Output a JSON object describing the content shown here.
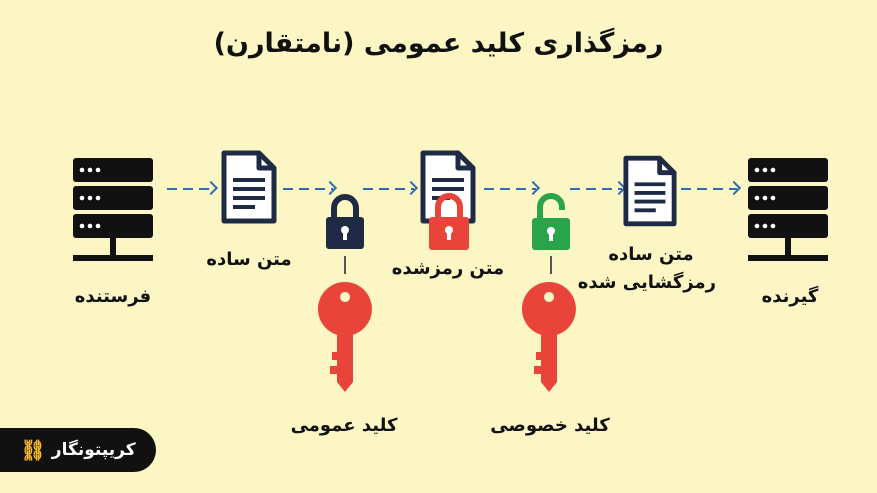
{
  "title": "رمزگذاری کلید عمومی (نامتقارن)",
  "nodes": {
    "sender": "فرستنده",
    "plaintext": "متن ساده",
    "ciphertext": "متن رمزشده",
    "decrypted_line1": "متن ساده",
    "decrypted_line2": "رمزگشایی شده",
    "receiver": "گیرنده"
  },
  "keys": {
    "public": "کلید عمومی",
    "private": "کلید خصوصی"
  },
  "brand": {
    "name": "کریپتونگار",
    "logo_icon": "chain-link-icon"
  },
  "colors": {
    "background": "#fbf6c4",
    "server": "#111111",
    "document": "#1f2a44",
    "lock_public": "#1f2a44",
    "lock_encrypted": "#e8443a",
    "lock_open": "#2aa44a",
    "key": "#e8443a",
    "arrow": "#2f6fae"
  }
}
